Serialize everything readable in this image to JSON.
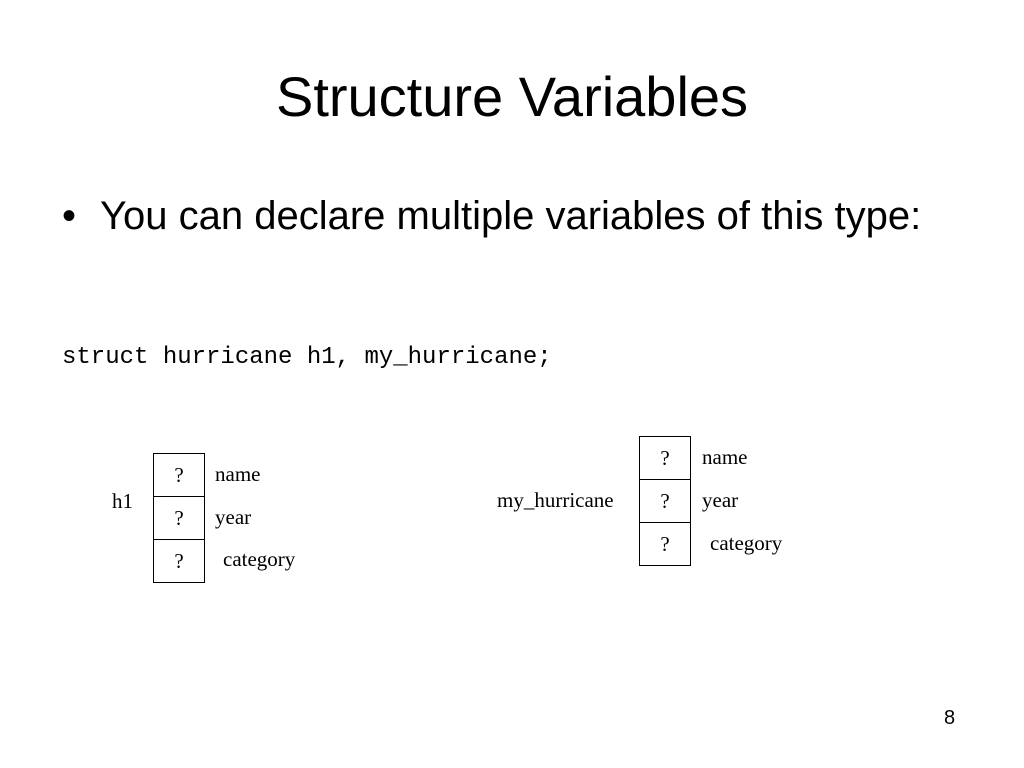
{
  "slide": {
    "title": "Structure Variables",
    "bullet": {
      "marker": "•",
      "text": "You can declare multiple variables of this type:"
    },
    "code": "struct hurricane h1, my_hurricane;",
    "diagrams": [
      {
        "label": "h1",
        "cells": [
          "?",
          "?",
          "?"
        ],
        "fields": [
          "name",
          "year",
          "category"
        ]
      },
      {
        "label": "my_hurricane",
        "cells": [
          "?",
          "?",
          "?"
        ],
        "fields": [
          "name",
          "year",
          "category"
        ]
      }
    ],
    "page_number": "8"
  }
}
